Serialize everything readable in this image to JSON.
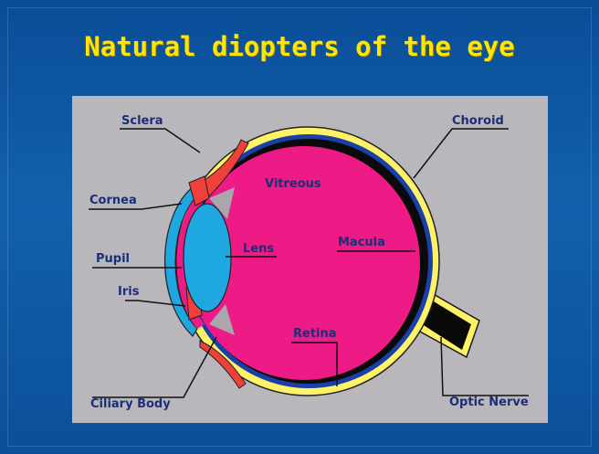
{
  "title": "Natural diopters of the eye",
  "colors": {
    "background": "#0b509a",
    "title": "#ffe600",
    "panel": "#b7b5b9",
    "sclera": "#fff266",
    "choroid": "#1a3fa8",
    "retina": "#0a0a0a",
    "vitreous": "#ee1a86",
    "lens": "#1fa7e1",
    "cornea": "#1fa7e1",
    "iris": "#f0403a",
    "label_text": "#1a2f7a"
  },
  "labels": {
    "sclera": "Sclera",
    "choroid": "Choroid",
    "vitreous": "Vitreous",
    "cornea": "Cornea",
    "lens": "Lens",
    "macula": "Macula",
    "pupil": "Pupil",
    "iris": "Iris",
    "retina": "Retina",
    "ciliary_body": "Ciliary Body",
    "optic_nerve": "Optic Nerve"
  }
}
